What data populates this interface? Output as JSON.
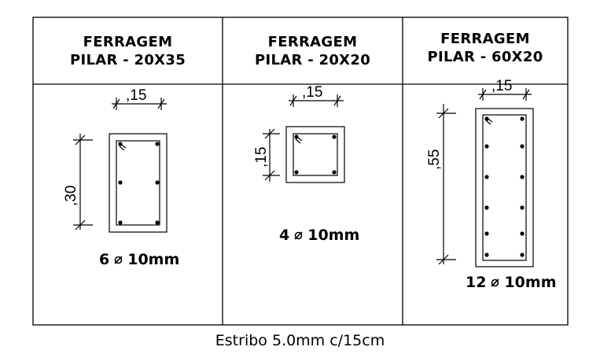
{
  "columns": [
    {
      "title_line1": "FERRAGEM",
      "title_line2": "PILAR - 20X35",
      "dim_width": ",15",
      "dim_height": ",30",
      "bars_count": "6",
      "bars_diameter": "10mm"
    },
    {
      "title_line1": "FERRAGEM",
      "title_line2": "PILAR - 20X20",
      "dim_width": ",15",
      "dim_height": ",15",
      "bars_count": "4",
      "bars_diameter": "10mm"
    },
    {
      "title_line1": "FERRAGEM",
      "title_line2": "PILAR - 60X20",
      "dim_width": ",15",
      "dim_height": ",55",
      "bars_count": "12",
      "bars_diameter": "10mm"
    }
  ],
  "diameter_symbol": "ø-icon",
  "footer": "Estribo 5.0mm c/15cm",
  "colors": {
    "line": "#000000",
    "background": "#ffffff"
  }
}
